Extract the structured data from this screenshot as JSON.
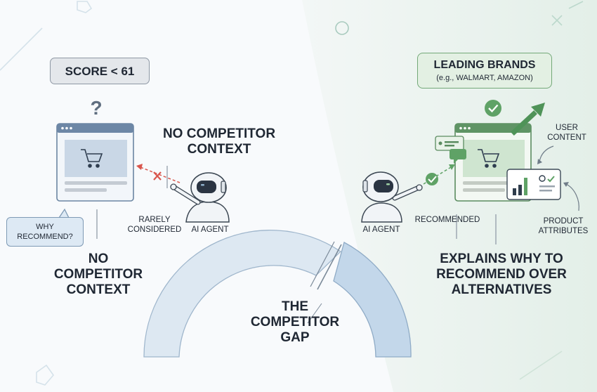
{
  "score_label": "SCORE < 61",
  "leading_brands": {
    "title": "LEADING BRANDS",
    "subtitle": "(e.g., WALMART, AMAZON)"
  },
  "left": {
    "question_mark": "?",
    "no_competitor_context_top": [
      "NO COMPETITOR",
      "CONTEXT"
    ],
    "no_competitor_context_bottom": [
      "NO",
      "COMPETITOR",
      "CONTEXT"
    ],
    "why_recommend": [
      "WHY",
      "RECOMMEND?"
    ],
    "rarely_considered": [
      "RARELY",
      "CONSIDERED"
    ],
    "ai_agent": "AI AGENT"
  },
  "right": {
    "ai_agent": "AI AGENT",
    "recommended": "RECOMMENDED",
    "user_content": [
      "USER",
      "CONTENT"
    ],
    "product_attributes": [
      "PRODUCT",
      "ATTRIBUTES"
    ],
    "explains": [
      "EXPLAINS WHY TO",
      "RECOMMEND OVER",
      "ALTERNATIVES"
    ]
  },
  "center": {
    "gap_label": [
      "THE",
      "COMPETITOR",
      "GAP"
    ]
  },
  "colors": {
    "left_accent": "#5e7fa3",
    "right_accent": "#5fa266",
    "x_mark": "#d9564d",
    "arc_fill": "#dce7f1",
    "arc_fill_right": "#c4d8ea"
  }
}
